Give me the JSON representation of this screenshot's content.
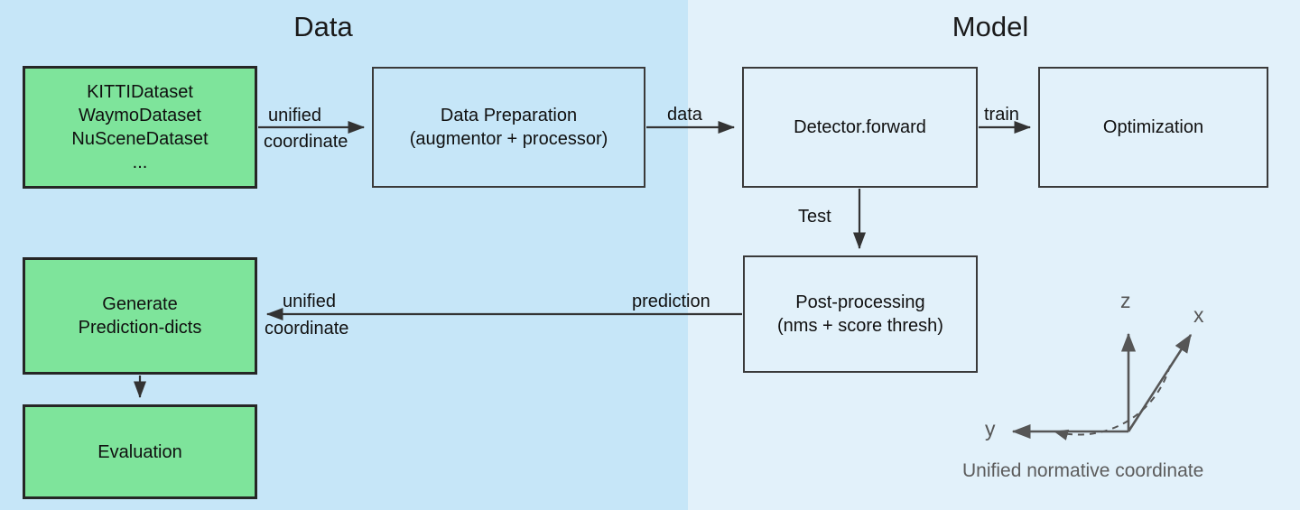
{
  "panels": {
    "data": {
      "title": "Data",
      "bg": "#c6e6f8"
    },
    "model": {
      "title": "Model",
      "bg": "#e2f1fa"
    }
  },
  "colors": {
    "green_node": "#7ee49b",
    "node_border": "#262626",
    "plain_border": "#3a3a3a",
    "edge": "#333333",
    "axis": "#565656"
  },
  "nodes": {
    "datasets": {
      "lines": [
        "KITTIDataset",
        "WaymoDataset",
        "NuSceneDataset",
        "..."
      ]
    },
    "data_preparation": {
      "lines": [
        "Data Preparation",
        "(augmentor + processor)"
      ]
    },
    "detector": {
      "lines": [
        "Detector.forward"
      ]
    },
    "optimization": {
      "lines": [
        "Optimization"
      ]
    },
    "post_processing": {
      "lines": [
        "Post-processing",
        "(nms + score thresh)"
      ]
    },
    "generate": {
      "lines": [
        "Generate",
        "Prediction-dicts"
      ]
    },
    "evaluation": {
      "lines": [
        "Evaluation"
      ]
    }
  },
  "edges": {
    "unified_1": "unified",
    "coordinate_1": "coordinate",
    "data": "data",
    "train": "train",
    "test": "Test",
    "prediction": "prediction",
    "unified_2": "unified",
    "coordinate_2": "coordinate"
  },
  "axes": {
    "z": "z",
    "x": "x",
    "y": "y",
    "caption": "Unified normative coordinate"
  }
}
